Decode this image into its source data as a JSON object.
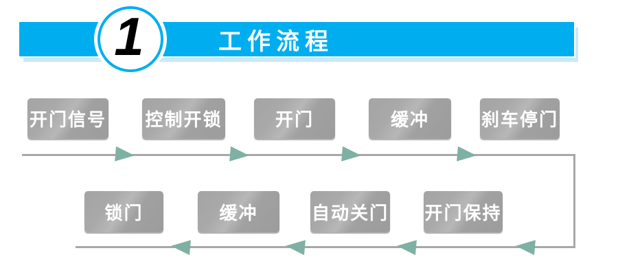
{
  "header": {
    "number": "1",
    "title": "工作流程"
  },
  "flow": {
    "row1": [
      "开门信号",
      "控制开锁",
      "开门",
      "缓冲",
      "刹车停门"
    ],
    "row2": [
      "锁门",
      "缓冲",
      "自动关门",
      "开门保持"
    ],
    "direction_row1": "left-to-right",
    "direction_row2": "right-to-left"
  },
  "colors": {
    "banner": "#00aef0",
    "banner_shadow": "#c9e9f8",
    "circle_border": "#00aef0",
    "number": "#000000",
    "box_gray": "#a6a6a6",
    "box_text": "#ffffff",
    "connector_line": "#a7a7a7",
    "arrowhead_teal": "#7fb0a4"
  }
}
